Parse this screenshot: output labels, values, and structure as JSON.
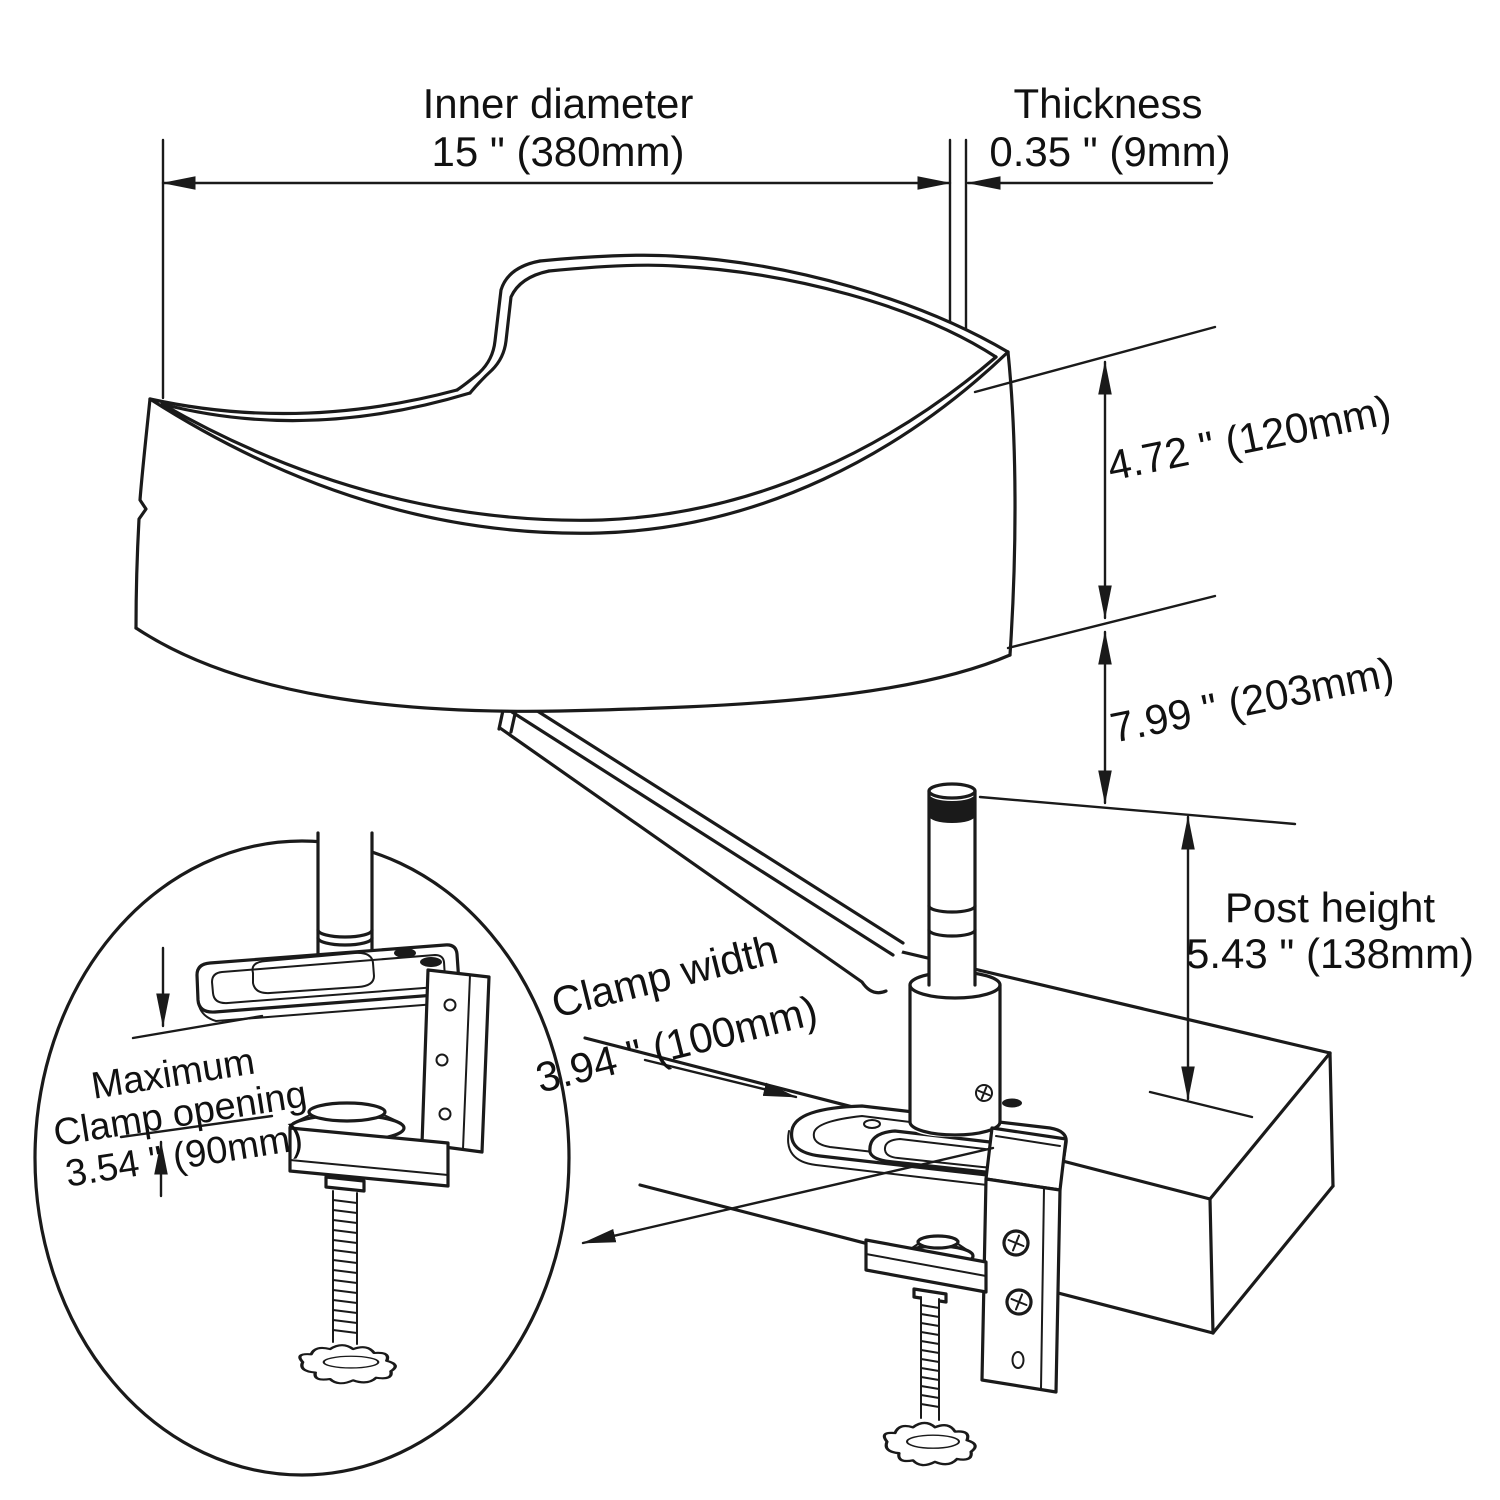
{
  "diagram": {
    "type": "technical-dimension-drawing",
    "subject": "desk-clamp bowl holder with mounting arm",
    "colors": {
      "line": "#1a1a1a",
      "text": "#111111",
      "background": "#ffffff"
    },
    "dimensions": {
      "inner_diameter": {
        "label": "Inner diameter",
        "value": "15 \" (380mm)"
      },
      "thickness": {
        "label": "Thickness",
        "value": "0.35 \" (9mm)"
      },
      "holder_height": {
        "value": "4.72 \" (120mm)"
      },
      "drop_height": {
        "value": "7.99 \" (203mm)"
      },
      "post_height": {
        "label": "Post height",
        "value": "5.43 \" (138mm)"
      },
      "clamp_width": {
        "label": "Clamp width",
        "value": "3.94 \" (100mm)"
      },
      "max_clamp_opening": {
        "label_line1": "Maximum",
        "label_line2": "Clamp opening",
        "value": "3.54 \" (90mm)"
      }
    }
  }
}
